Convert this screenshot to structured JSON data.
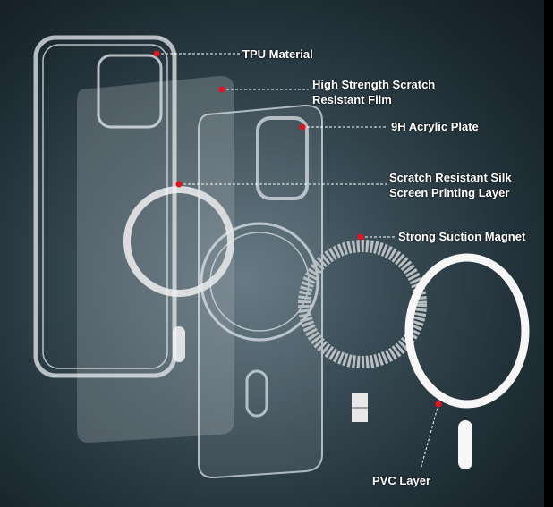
{
  "labels": {
    "tpu": "TPU Material",
    "film_line1": "High Strength Scratch",
    "film_line2": "Resistant Film",
    "acrylic": "9H Acrylic Plate",
    "silk_line1": "Scratch Resistant Silk",
    "silk_line2": "Screen Printing Layer",
    "magnet": "Strong Suction Magnet",
    "pvc": "PVC Layer"
  },
  "colors": {
    "marker": "#e0141e",
    "text": "#ffffff"
  }
}
